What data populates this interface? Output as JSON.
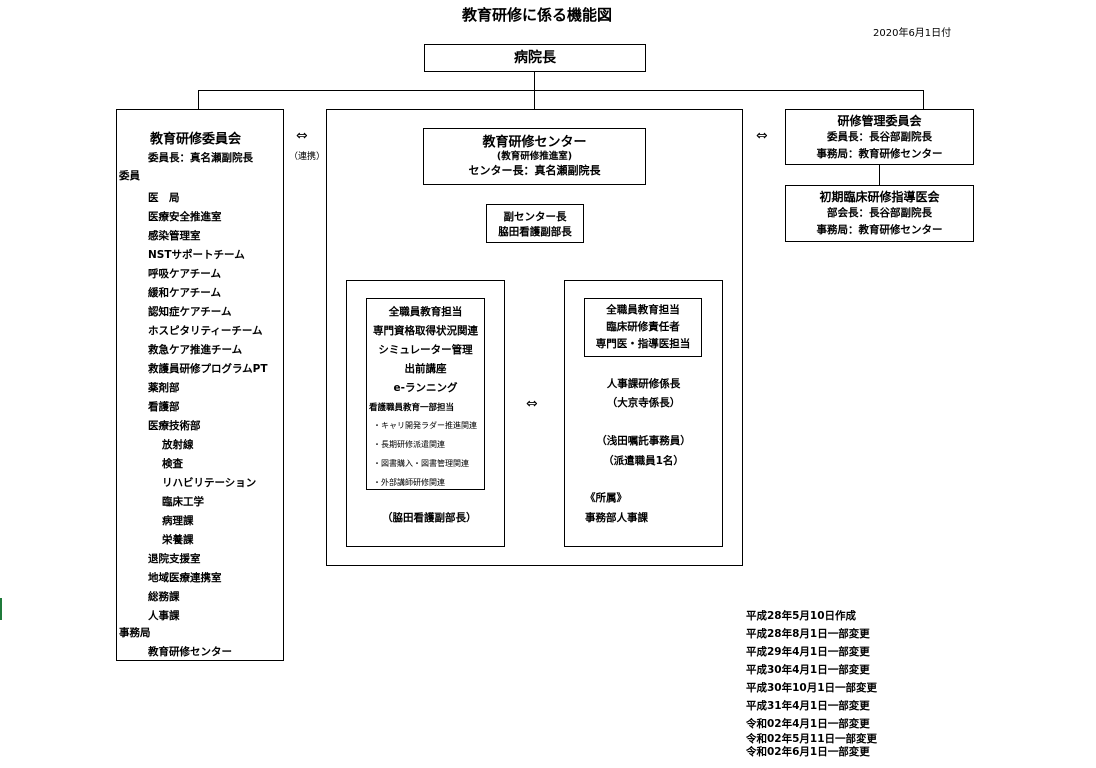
{
  "title": "教育研修に係る機能図",
  "date": "2020年6月1日付",
  "director": "病院長",
  "committee": {
    "title": "教育研修委員会",
    "chair": "委員長：真名瀬副院長",
    "members_label": "委員",
    "members": [
      {
        "text": "医　局",
        "indent": 1
      },
      {
        "text": "医療安全推進室",
        "indent": 1
      },
      {
        "text": "感染管理室",
        "indent": 1
      },
      {
        "text": "NSTサポートチーム",
        "indent": 1
      },
      {
        "text": "呼吸ケアチーム",
        "indent": 1
      },
      {
        "text": "緩和ケアチーム",
        "indent": 1
      },
      {
        "text": "認知症ケアチーム",
        "indent": 1
      },
      {
        "text": "ホスピタリティーチーム",
        "indent": 1
      },
      {
        "text": "救急ケア推進チーム",
        "indent": 1
      },
      {
        "text": "救護員研修プログラムPT",
        "indent": 1
      },
      {
        "text": "薬剤部",
        "indent": 1
      },
      {
        "text": "看護部",
        "indent": 1
      },
      {
        "text": "医療技術部",
        "indent": 1
      },
      {
        "text": "放射線",
        "indent": 2
      },
      {
        "text": "検査",
        "indent": 2
      },
      {
        "text": "リハビリテーション",
        "indent": 2
      },
      {
        "text": "臨床工学",
        "indent": 2
      },
      {
        "text": "病理課",
        "indent": 2
      },
      {
        "text": "栄養課",
        "indent": 2
      },
      {
        "text": "退院支援室",
        "indent": 1
      },
      {
        "text": "地域医療連携室",
        "indent": 1
      },
      {
        "text": "総務課",
        "indent": 1
      },
      {
        "text": "人事課",
        "indent": 1
      }
    ],
    "secretariat_label": "事務局",
    "secretariat": "教育研修センター"
  },
  "link_left": {
    "arrow": "⇔",
    "label": "（連携）"
  },
  "link_right": {
    "arrow": "⇔"
  },
  "link_inner": {
    "arrow": "⇔"
  },
  "center": {
    "title": "教育研修センター",
    "subtitle": "(教育研修推進室)",
    "head": "センター長：真名瀬副院長",
    "deputy_title": "副センター長",
    "deputy_name": "脇田看護副部長",
    "left_unit": {
      "items": [
        "全職員教育担当",
        "専門資格取得状況関連",
        "シミュレーター管理",
        "出前講座",
        "e-ランニング"
      ],
      "nursing_heading": "看護職員教育一部担当",
      "nursing_items": [
        "・キャリ開発ラダー推進関連",
        "・長期研修派遣関連",
        "・図書購入・図書管理関連",
        "・外部講師研修関連"
      ],
      "footer": "（脇田看護副部長）"
    },
    "right_unit": {
      "items": [
        "全職員教育担当",
        "臨床研修責任者",
        "専門医・指導医担当"
      ],
      "hr_title": "人事課研修係長",
      "hr_name": "（大京寺係長）",
      "staff1": "（浅田嘱託事務員）",
      "staff2": "（派遣職員1名）",
      "affiliation_label": "《所属》",
      "affiliation": "事務部人事課"
    }
  },
  "training_committee": {
    "title": "研修管理委員会",
    "chair": "委員長：長谷部副院長",
    "secretariat": "事務局：教育研修センター"
  },
  "residency_committee": {
    "title": "初期臨床研修指導医会",
    "chair": "部会長：長谷部副院長",
    "secretariat": "事務局：教育研修センター"
  },
  "history": [
    "平成28年5月10日作成",
    "平成28年8月1日一部変更",
    "平成29年4月1日一部変更",
    "平成30年4月1日一部変更",
    "平成30年10月1日一部変更",
    "平成31年4月1日一部変更",
    "令和02年4月1日一部変更",
    "令和02年5月11日一部変更",
    "令和02年6月1日一部変更"
  ]
}
